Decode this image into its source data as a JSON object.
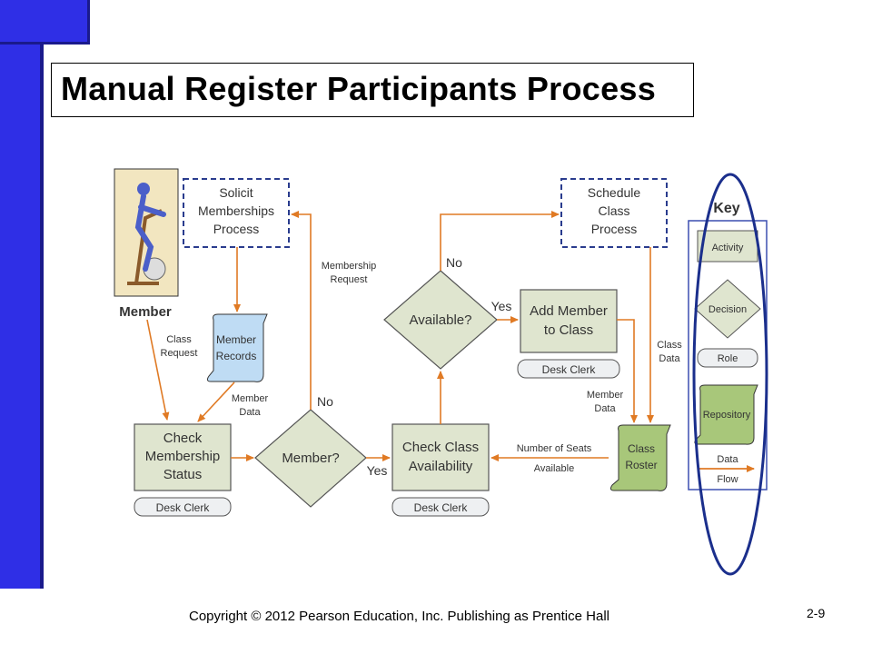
{
  "slide": {
    "title": "Manual Register Participants Process",
    "copyright": "Copyright © 2012 Pearson Education, Inc. Publishing as Prentice Hall",
    "page_number": "2-9"
  },
  "diagram": {
    "member": {
      "label": "Member"
    },
    "solicit": {
      "lines": [
        "Solicit",
        "Memberships",
        "Process"
      ]
    },
    "member_records": {
      "lines": [
        "Member",
        "Records"
      ]
    },
    "check_membership": {
      "lines": [
        "Check",
        "Membership",
        "Status"
      ],
      "role": "Desk Clerk"
    },
    "member_decision": {
      "label": "Member?"
    },
    "check_class": {
      "lines": [
        "Check Class",
        "Availability"
      ],
      "role": "Desk Clerk"
    },
    "available_decision": {
      "label": "Available?"
    },
    "add_member": {
      "lines": [
        "Add Member",
        "to Class"
      ],
      "role": "Desk Clerk"
    },
    "schedule": {
      "lines": [
        "Schedule",
        "Class",
        "Process"
      ]
    },
    "class_roster": {
      "lines": [
        "Class",
        "Roster"
      ]
    },
    "flows": {
      "class_request": [
        "Class",
        "Request"
      ],
      "membership_request": [
        "Membership",
        "Request"
      ],
      "member_data_1": [
        "Member",
        "Data"
      ],
      "no_1": "No",
      "yes_1": "Yes",
      "no_2": "No",
      "yes_2": "Yes",
      "seats": [
        "Number of Seats",
        "Available"
      ],
      "class_data": [
        "Class",
        "Data"
      ],
      "member_data_2": [
        "Member",
        "Data"
      ]
    },
    "key": {
      "title": "Key",
      "activity": "Activity",
      "decision": "Decision",
      "role": "Role",
      "repository": "Repository",
      "data_flow": [
        "Data",
        "Flow"
      ]
    }
  },
  "colors": {
    "activity_fill": "#dfe5cf",
    "arrow": "#e07a24",
    "dashed_border": "#2a3c8e",
    "repository_blue": "#bfdcf4",
    "repository_green": "#a8c77a",
    "slide_bar": "#2f2fe6",
    "key_ellipse": "#1b2f8c"
  }
}
